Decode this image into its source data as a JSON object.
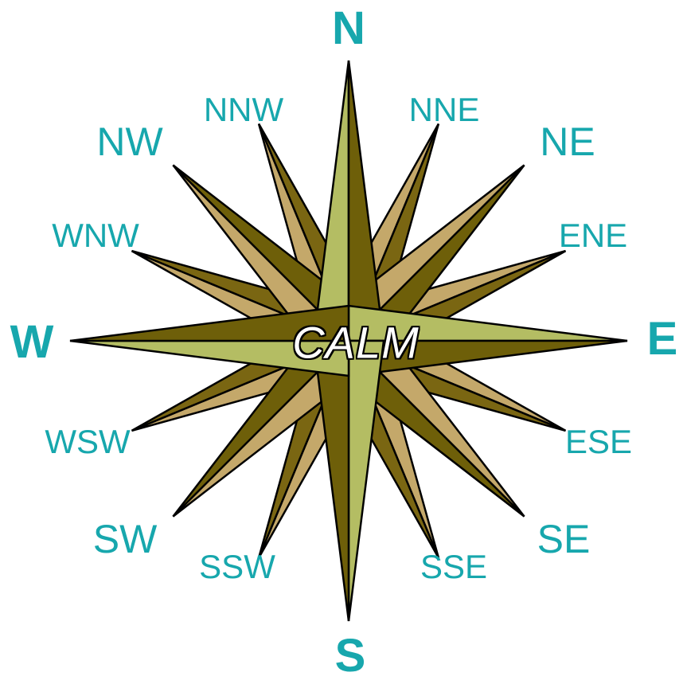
{
  "compass": {
    "status_text": "CALM",
    "label_color": "#17a7ad",
    "star_colors": {
      "light_face": "#b4bd63",
      "dark_face": "#6e5f09",
      "minor_light": "#c4a86a",
      "minor_dark": "#7a6612",
      "outline": "#000000"
    },
    "directions": {
      "N": "N",
      "NNE": "NNE",
      "NE": "NE",
      "ENE": "ENE",
      "E": "E",
      "ESE": "ESE",
      "SE": "SE",
      "SSE": "SSE",
      "S": "S",
      "SSW": "SSW",
      "SW": "SW",
      "WSW": "WSW",
      "W": "W",
      "WNW": "WNW",
      "NW": "NW",
      "NNW": "NNW"
    }
  }
}
